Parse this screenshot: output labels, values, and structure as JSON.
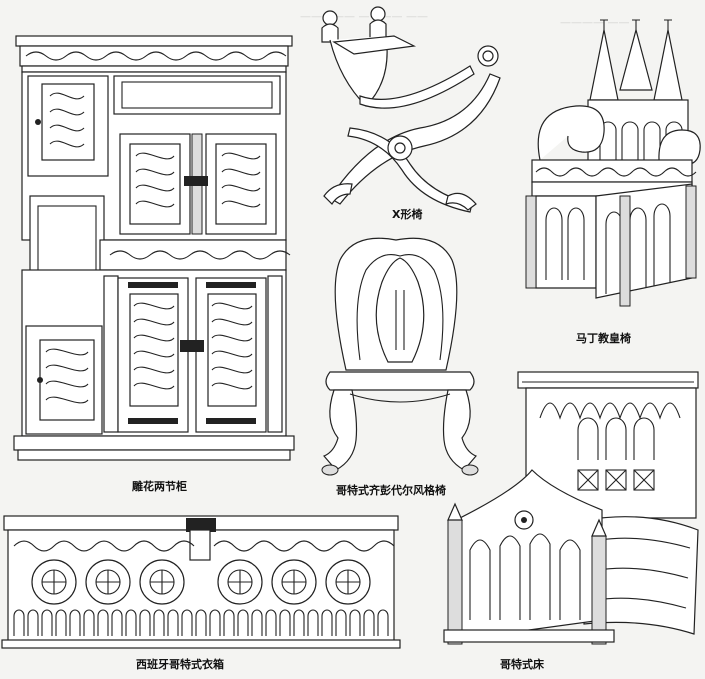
{
  "captions": {
    "cabinet": "雕花两节柜",
    "x_chair": "X形椅",
    "martin_chair": "马丁教皇椅",
    "chippendale": "哥特式齐彭代尔风格椅",
    "chest": "西班牙哥特式衣箱",
    "bed": "哥特式床"
  },
  "colors": {
    "ink": "#222222",
    "paper": "#f4f4f2",
    "ghost_text": "#d6d6d3"
  }
}
